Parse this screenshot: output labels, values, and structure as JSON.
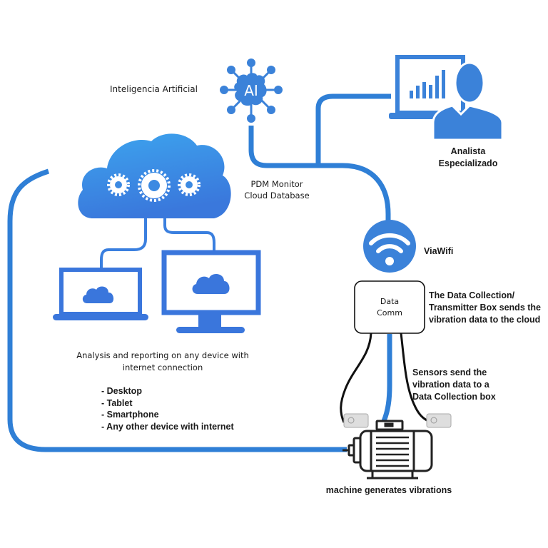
{
  "diagram": {
    "colors": {
      "accent_blue": "#2f7fd6",
      "icon_blue": "#3b82d9",
      "cloud_blue": "#3f95e6",
      "device_blue": "#3a76dc",
      "line_dark": "#111111",
      "text": "#1a1a1a"
    },
    "nodes": {
      "ai": {
        "label": "Inteligencia Artificial",
        "icon_text": "AI",
        "icon": "ai-brain-network-icon"
      },
      "analyst": {
        "label_line1": "Analista",
        "label_line2": "Especializado",
        "icon": "analyst-with-chart-icon"
      },
      "cloud_db": {
        "label_line1": "PDM Monitor",
        "label_line2": "Cloud Database",
        "icon": "cloud-gears-icon"
      },
      "wifi": {
        "label": "ViaWifi",
        "icon": "wifi-icon"
      },
      "data_comm": {
        "box_line1": "Data",
        "box_line2": "Comm",
        "desc_line1": "The Data Collection/",
        "desc_line2": "Transmitter Box sends the",
        "desc_line3": "vibration data to the cloud"
      },
      "sensors": {
        "desc_line1": "Sensors send the",
        "desc_line2": "vibration data to a",
        "desc_line3": "Data Collection box",
        "icon": "vibration-sensor-icon"
      },
      "machine": {
        "label": "machine generates vibrations",
        "icon": "electric-motor-icon"
      },
      "devices": {
        "heading_line1": "Analysis and reporting on any device with",
        "heading_line2": "internet connection",
        "items": [
          "- Desktop",
          "- Tablet",
          "- Smartphone",
          "- Any other device with internet"
        ],
        "icons": [
          "laptop-cloud-icon",
          "monitor-cloud-icon"
        ]
      }
    }
  }
}
